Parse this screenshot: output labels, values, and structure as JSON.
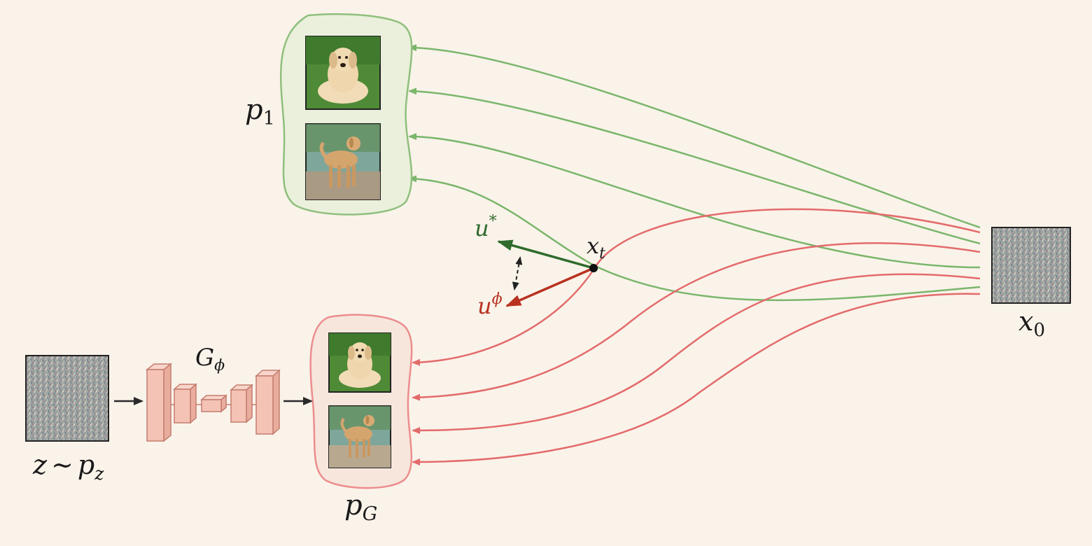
{
  "labels": {
    "p1": {
      "main": "p",
      "sub": "1"
    },
    "pG": {
      "main": "p",
      "sub": "G"
    },
    "noise_input": {
      "main": "z",
      "tilde": "∼",
      "p": "p",
      "sub": "z"
    },
    "generator": {
      "main": "G",
      "sub": "ϕ"
    },
    "x0": {
      "main": "x",
      "sub": "0"
    },
    "xt": {
      "main": "x",
      "sub": "t"
    },
    "u_star": {
      "main": "u",
      "sup": "*"
    },
    "u_phi": {
      "main": "u",
      "sup": "ϕ"
    }
  },
  "colors": {
    "background": "#faf3ea",
    "green_path": "#7ab66b",
    "green_border": "#8fbf7c",
    "green_fill": "#eaf0dc",
    "red_path": "#e36b6b",
    "red_border": "#ec8d8d",
    "red_fill": "#f7e6dc",
    "u_star_arrow": "#2f6b2c",
    "u_phi_arrow": "#b8321f",
    "u_star_text": "#2f6b2c",
    "u_phi_text": "#b8321f",
    "generator_block": "#f4c3b5",
    "generator_edge": "#c47c6e"
  },
  "icons": {
    "real_samples": [
      "dog-lying-image",
      "dog-standing-image"
    ],
    "generated_samples": [
      "dog-lying-image",
      "dog-standing-image"
    ],
    "noise": [
      "noise-image-x0",
      "noise-image-z"
    ]
  }
}
